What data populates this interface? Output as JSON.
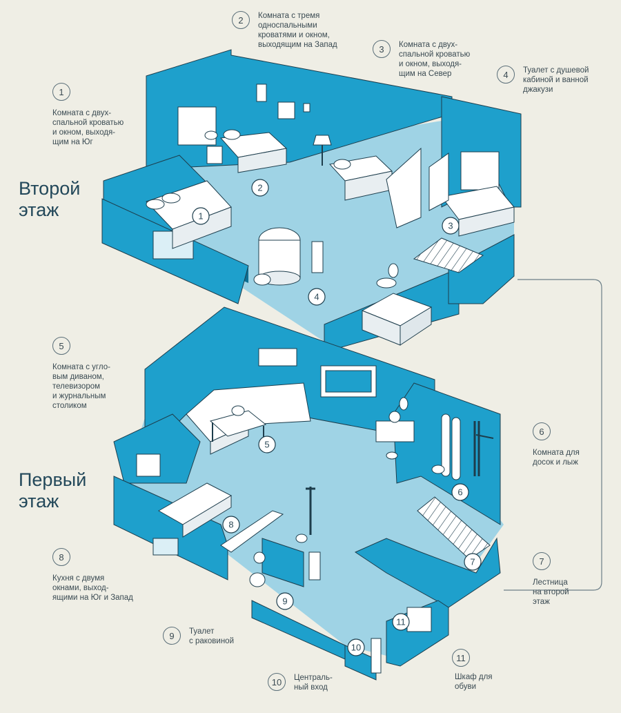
{
  "floors": {
    "second": "Второй\nэтаж",
    "first": "Первый\nэтаж"
  },
  "legend": [
    {
      "num": "1",
      "text": "Комната с двух-\nспальной кроватью\nи окном, выходя-\nщим на Юг"
    },
    {
      "num": "2",
      "text": "Комната с тремя\nодноспальными\nкроватями и окном,\nвыходящим на Запад"
    },
    {
      "num": "3",
      "text": "Комната с двух-\nспальной кроватью\nи окном, выходя-\nщим на Север"
    },
    {
      "num": "4",
      "text": "Туалет с душевой\nкабиной и ванной\nджакузи"
    },
    {
      "num": "5",
      "text": "Комната с угло-\nвым диваном,\nтелевизором\nи журнальным\nстоликом"
    },
    {
      "num": "6",
      "text": "Комната для\nдосок и лыж"
    },
    {
      "num": "7",
      "text": "Лестница\nна второй\nэтаж"
    },
    {
      "num": "8",
      "text": "Кухня с двумя\nокнами, выход-\nящими на Юг и Запад"
    },
    {
      "num": "9",
      "text": "Туалет\nс раковиной"
    },
    {
      "num": "10",
      "text": "Централь-\nный вход"
    },
    {
      "num": "11",
      "text": "Шкаф для\nобуви"
    }
  ],
  "markers": [
    "1",
    "2",
    "3",
    "4",
    "5",
    "6",
    "7",
    "8",
    "9",
    "10",
    "11"
  ],
  "colors": {
    "background": "#efeee5",
    "wall": "#1ea0cc",
    "wall_dark": "#0d6f93",
    "floor": "#9fd3e5",
    "furniture": "#ffffff",
    "outline": "#1d3d4c"
  }
}
